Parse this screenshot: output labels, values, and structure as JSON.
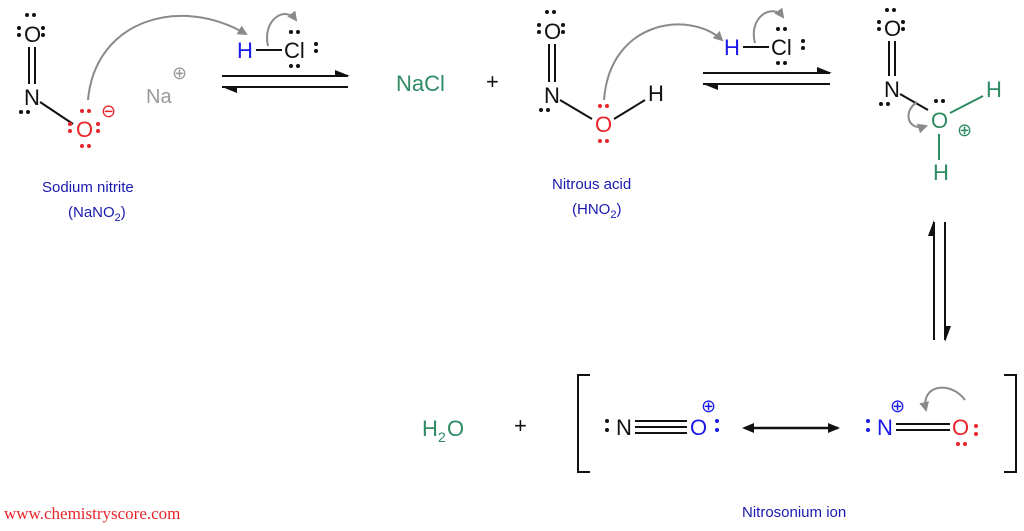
{
  "atoms": {
    "O": "O",
    "N": "N",
    "H": "H",
    "Cl": "Cl",
    "Na": "Na",
    "NaCl": "NaCl",
    "H2O_main": "H",
    "H2O_sub": "2",
    "H2O_tail": "O",
    "plus_sign": "+",
    "plus_charge": "⊕",
    "minus_charge": "⊖"
  },
  "labels": {
    "sodium_nitrite_name": "Sodium nitrite",
    "sodium_nitrite_formula_main": "(NaNO",
    "sodium_nitrite_formula_sub": "2",
    "sodium_nitrite_formula_tail": ")",
    "nitrous_acid_name": "Nitrous acid",
    "nitrous_acid_formula_main": "(HNO",
    "nitrous_acid_formula_sub": "2",
    "nitrous_acid_formula_tail": ")",
    "nitrosonium_name": "Nitrosonium ion"
  },
  "footer": {
    "website": "www.chemistryscore.com"
  },
  "colors": {
    "black": "#111111",
    "red": "#e8252b",
    "blue": "#1a1ae8",
    "green": "#2e8b63",
    "gray": "#9a9a9a",
    "label_blue": "#1a1ab0"
  }
}
